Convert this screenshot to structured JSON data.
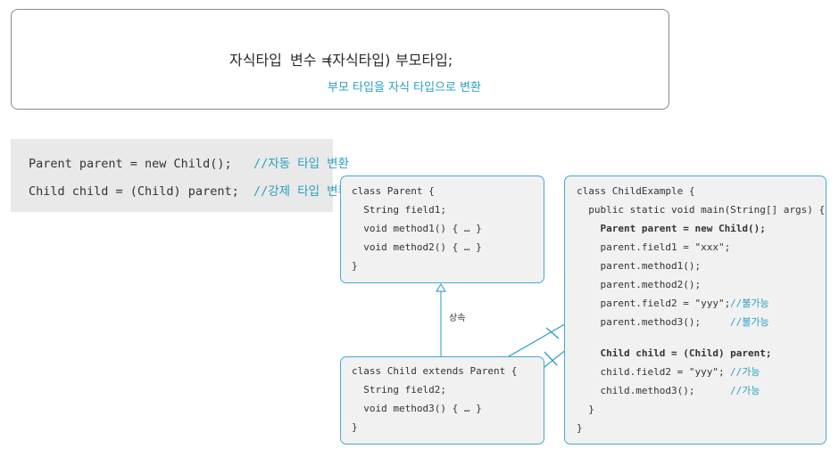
{
  "top": {
    "formula_child_type": "자식타입",
    "formula_var": "변수 =",
    "formula_cast": "(자식타입)",
    "formula_parent_type": "부모타입;",
    "note": "부모 타입을 자식 타입으로 변환"
  },
  "panel": {
    "line1_code": "Parent parent = new Child();",
    "line1_comment": "//자동 타입 변환",
    "line2_code": "Child child = (Child) parent;",
    "line2_comment": "//강제 타입 변환"
  },
  "parent_class": {
    "lines": [
      "class Parent {",
      "  String field1;",
      "  void method1() { … }",
      "  void method2() { … }",
      "}"
    ]
  },
  "child_class": {
    "lines": [
      "class Child extends Parent {",
      "  String field2;",
      "  void method3() { … }",
      "}"
    ]
  },
  "inheritance_label": "상속",
  "example_class": {
    "l0": "class ChildExample {",
    "l1": "  public static void main(String[] args) {",
    "l2": "    Parent parent = new Child();",
    "l3": "    parent.field1 = \"xxx\";",
    "l4": "    parent.method1();",
    "l5": "    parent.method2();",
    "l6": "    parent.field2 = \"yyy\";",
    "l6c": "//불가능",
    "l7": "    parent.method3();",
    "l7c": "//불가능",
    "l8": "    Child child = (Child) parent;",
    "l9": "    child.field2 = \"yyy\";",
    "l9c": "//가능",
    "l10": "    child.method3();",
    "l10c": "//가능",
    "l11": "  }",
    "l12": "}"
  },
  "colors": {
    "accent": "#2a9fc0",
    "box_border": "#4aa8cc",
    "box_fill": "#f1f1f1",
    "panel_fill": "#e9e9e9"
  }
}
